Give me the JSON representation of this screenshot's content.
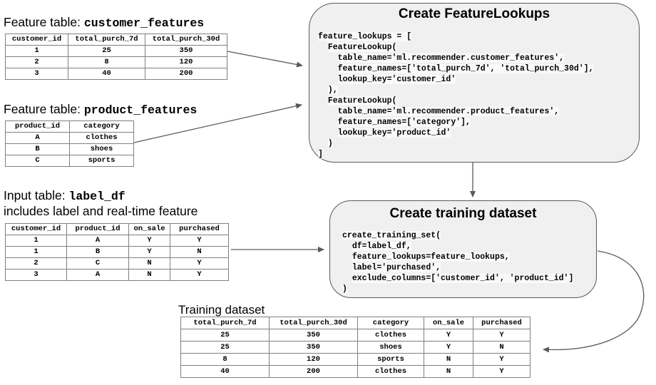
{
  "colors": {
    "box_fill": "#f0f0f0",
    "box_border": "#595959",
    "table_border": "#808080",
    "arrow": "#595959",
    "text": "#000000"
  },
  "feature_table_customer": {
    "heading_prefix": "Feature table: ",
    "heading_name": "customer_features",
    "headers": [
      "customer_id",
      "total_purch_7d",
      "total_purch_30d"
    ],
    "rows": [
      [
        "1",
        "25",
        "350"
      ],
      [
        "2",
        "8",
        "120"
      ],
      [
        "3",
        "40",
        "200"
      ]
    ]
  },
  "feature_table_product": {
    "heading_prefix": "Feature table: ",
    "heading_name": "product_features",
    "headers": [
      "product_id",
      "category"
    ],
    "rows": [
      [
        "A",
        "clothes"
      ],
      [
        "B",
        "shoes"
      ],
      [
        "C",
        "sports"
      ]
    ]
  },
  "input_table_label": {
    "heading_prefix": "Input table: ",
    "heading_name": "label_df",
    "subtitle": "includes label and real-time feature",
    "headers": [
      "customer_id",
      "product_id",
      "on_sale",
      "purchased"
    ],
    "rows": [
      [
        "1",
        "A",
        "Y",
        "Y"
      ],
      [
        "1",
        "B",
        "Y",
        "N"
      ],
      [
        "2",
        "C",
        "N",
        "Y"
      ],
      [
        "3",
        "A",
        "N",
        "Y"
      ]
    ]
  },
  "training_table": {
    "heading": "Training dataset",
    "headers": [
      "total_purch_7d",
      "total_purch_30d",
      "category",
      "on_sale",
      "purchased"
    ],
    "rows": [
      [
        "25",
        "350",
        "clothes",
        "Y",
        "Y"
      ],
      [
        "25",
        "350",
        "shoes",
        "Y",
        "N"
      ],
      [
        "8",
        "120",
        "sports",
        "N",
        "Y"
      ],
      [
        "40",
        "200",
        "clothes",
        "N",
        "Y"
      ]
    ]
  },
  "box_feature_lookups": {
    "title": "Create FeatureLookups",
    "code": [
      "feature_lookups = [",
      "  FeatureLookup(",
      "    table_name='ml.recommender.customer_features',",
      "    feature_names=['total_purch_7d', 'total_purch_30d'],",
      "    lookup_key='customer_id'",
      "  ),",
      "  FeatureLookup(",
      "    table_name='ml.recommender.product_features',",
      "    feature_names=['category'],",
      "    lookup_key='product_id'",
      "  )",
      "]"
    ]
  },
  "box_training_set": {
    "title": "Create training dataset",
    "code": [
      "create_training_set(",
      "  df=label_df,",
      "  feature_lookups=feature_lookups,",
      "  label='purchased',",
      "  exclude_columns=['customer_id', 'product_id']",
      ")"
    ]
  }
}
